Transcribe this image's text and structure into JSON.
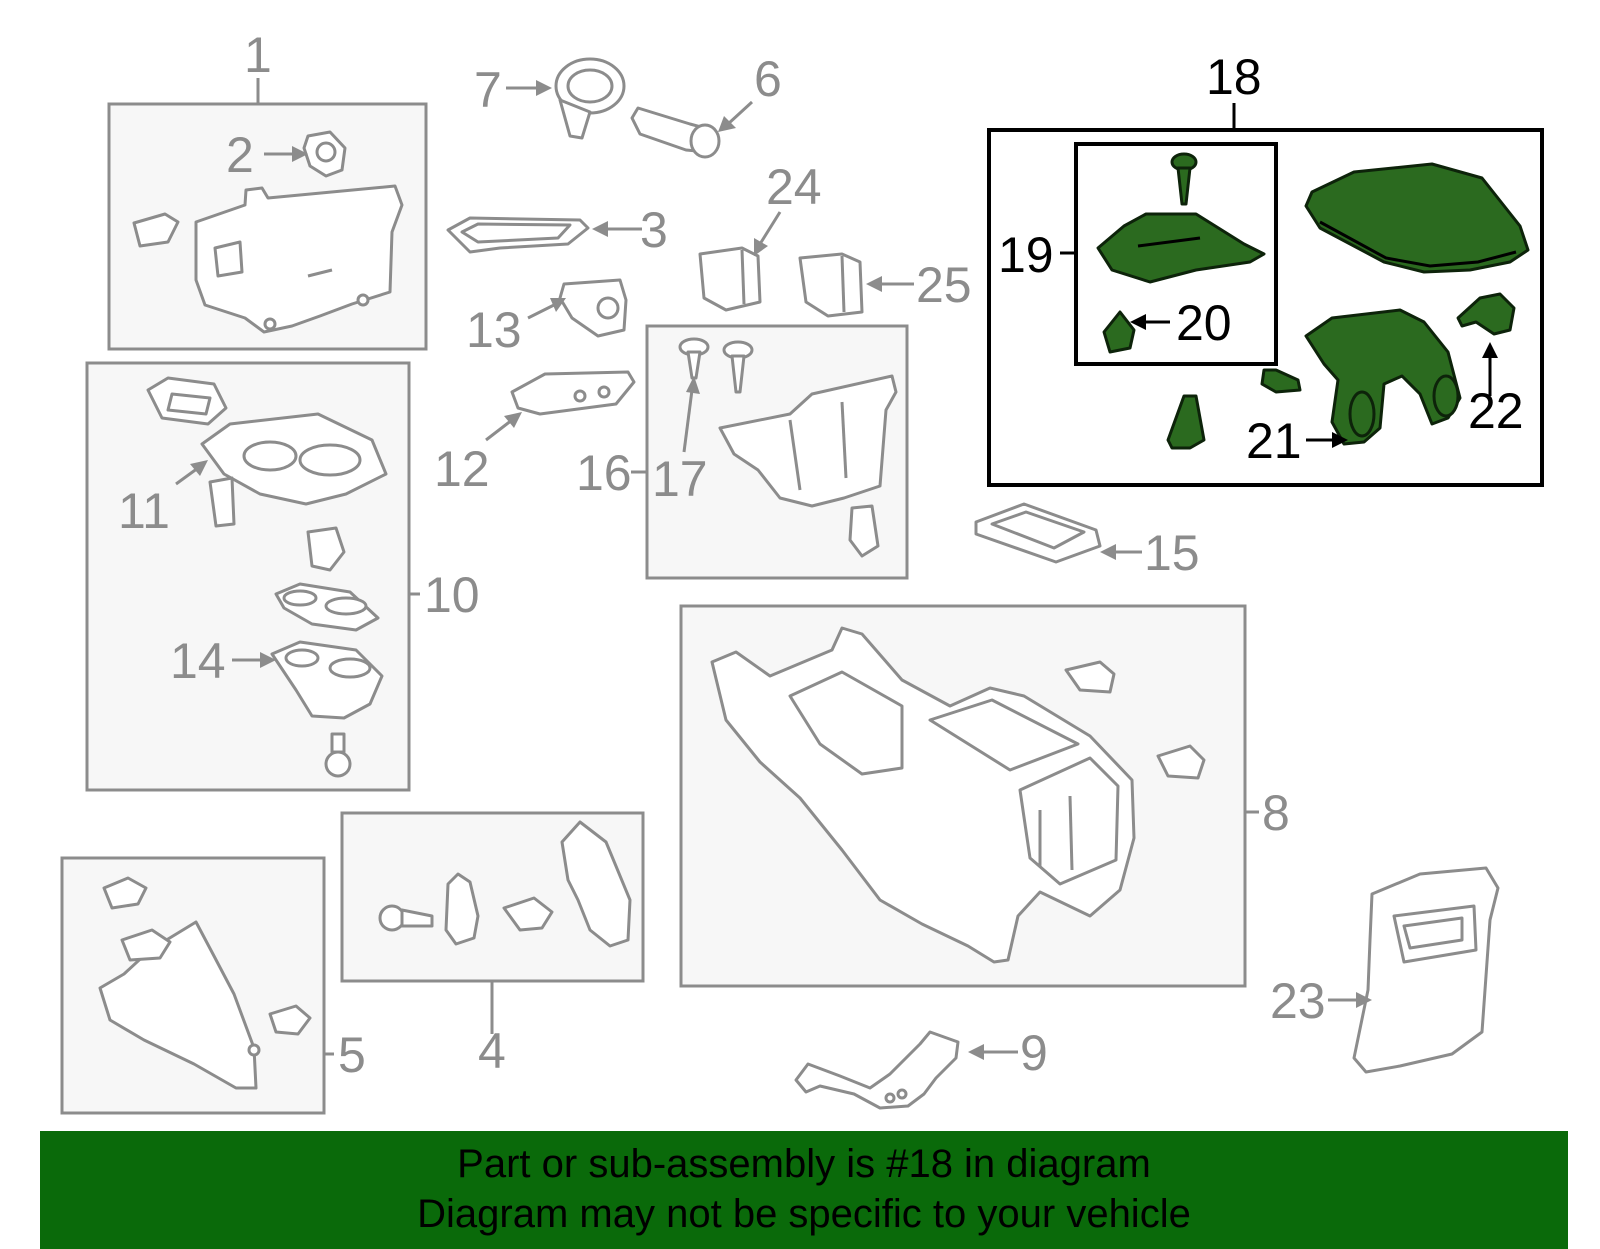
{
  "callouts": {
    "c1": "1",
    "c2": "2",
    "c3": "3",
    "c4": "4",
    "c5": "5",
    "c6": "6",
    "c7": "7",
    "c8": "8",
    "c9": "9",
    "c10": "10",
    "c11": "11",
    "c12": "12",
    "c13": "13",
    "c14": "14",
    "c15": "15",
    "c16": "16",
    "c17": "17",
    "c18": "18",
    "c19": "19",
    "c20": "20",
    "c21": "21",
    "c22": "22",
    "c23": "23",
    "c24": "24",
    "c25": "25"
  },
  "banner": {
    "line1": "Part or sub-assembly is #18 in diagram",
    "line2": "Diagram may not be specific to your vehicle"
  },
  "colors": {
    "banner_bg": "#0a6a0a",
    "highlight_fill": "#2b6a1f",
    "outline_gray": "#8c8c8c"
  }
}
